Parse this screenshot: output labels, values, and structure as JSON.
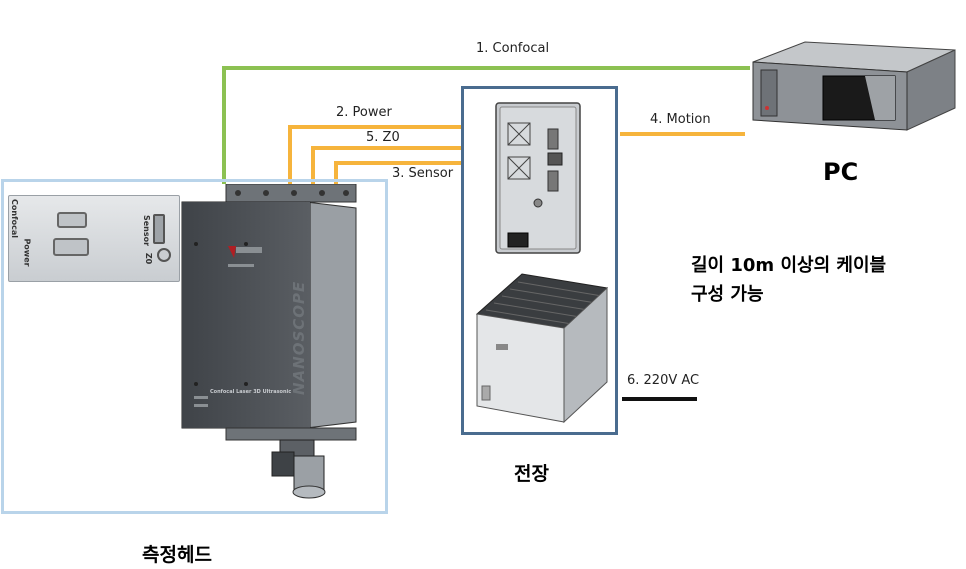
{
  "cables": {
    "confocal": "1. Confocal",
    "power": "2. Power",
    "z0": "5. Z0",
    "sensor": "3. Sensor",
    "motion": "4. Motion",
    "ac": "6. 220V AC"
  },
  "pc": {
    "label": "PC"
  },
  "note": {
    "line1": "길이 10m 이상의 케이블",
    "line2": "구성 가능"
  },
  "controller": {
    "label": "전장"
  },
  "head": {
    "label": "측정헤드",
    "brand": "NANOSCOPE",
    "product": "Confocal Laser 3D Ultrasonic"
  },
  "connector_panel": {
    "confocal": "Confocal",
    "power": "Power",
    "sensor": "Sensor",
    "z0": "Z0"
  },
  "colors": {
    "green": "#8cc152",
    "orange": "#f6b43c",
    "frame_light": "#b9d4ea",
    "frame_dark": "#4a6c8f"
  }
}
